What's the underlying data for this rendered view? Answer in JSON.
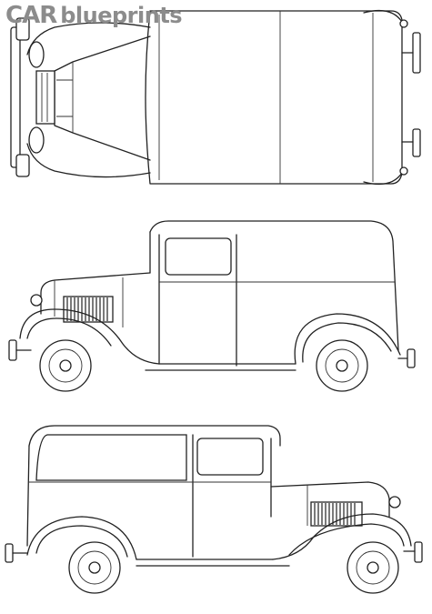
{
  "logo": {
    "prefix": "CAR",
    "suffix": "blueprints"
  },
  "views": [
    "top-view",
    "left-side-view",
    "right-side-view"
  ],
  "colors": {
    "line": "#222222",
    "logo": "#8c8c8c",
    "background": "#ffffff"
  }
}
